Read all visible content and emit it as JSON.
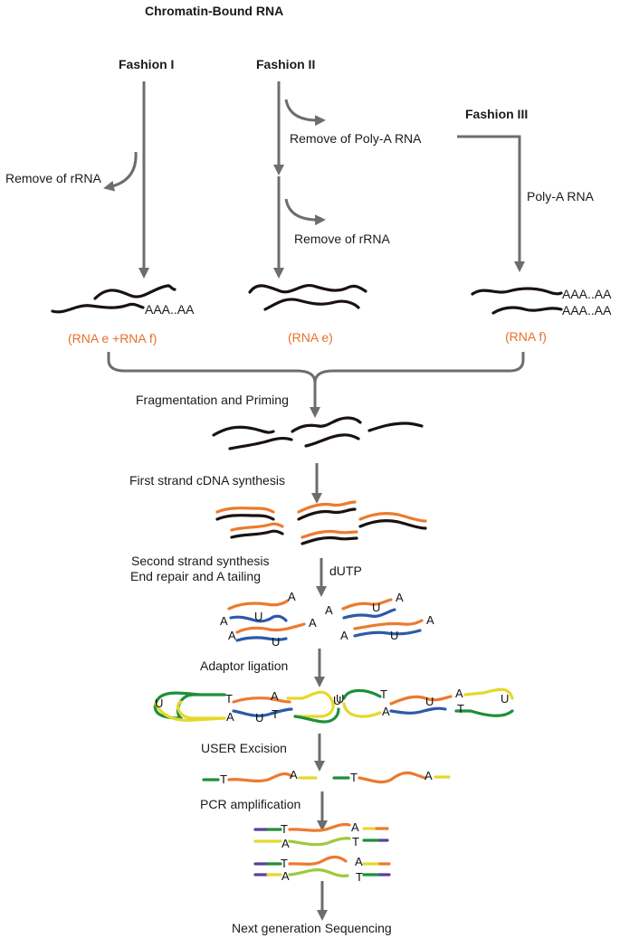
{
  "title": "Chromatin-Bound RNA",
  "fashions": {
    "f1": "Fashion I",
    "f2": "Fashion II",
    "f3": "Fashion III"
  },
  "side_labels": {
    "remove_rrna_1": "Remove of  rRNA",
    "remove_polya": "Remove of Poly-A RNA",
    "remove_rrna_2": "Remove of  rRNA",
    "polya_rna": "Poly-A RNA"
  },
  "tails": {
    "t1": "AAA..AA",
    "t2": "AAA..AA",
    "t3": "AAA..AA"
  },
  "products": {
    "p1": "(RNA e +RNA f)",
    "p2": "(RNA e)",
    "p3": "(RNA f)"
  },
  "steps": {
    "s1": "Fragmentation and Priming",
    "s2": "First strand cDNA synthesis",
    "s3a": "Second strand synthesis",
    "s3b": "End repair and A tailing",
    "s3c": "dUTP",
    "s4": "Adaptor ligation",
    "s5": "USER Excision",
    "s6": "PCR amplification",
    "s7": "Next generation Sequencing"
  },
  "bases": {
    "A": "A",
    "U": "U",
    "T": "T"
  },
  "colors": {
    "arrow": "#6d6d6d",
    "rna": "#1a1210",
    "orange": "#ec7a2e",
    "blue": "#2c5aa9",
    "green": "#1e8f3a",
    "yellow": "#e5d82a",
    "light_green": "#9fc93c",
    "purple": "#5a3f9e"
  }
}
